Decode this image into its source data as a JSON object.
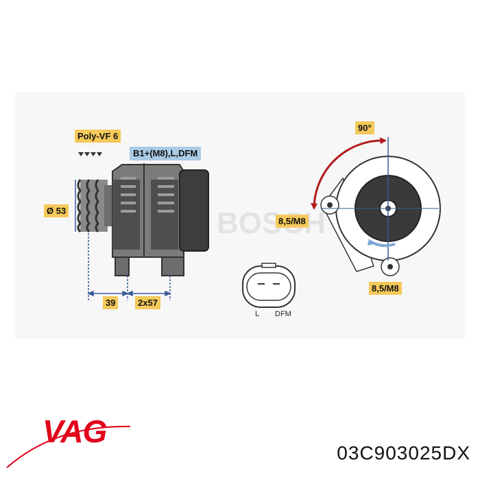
{
  "labels": {
    "belt": "Poly-VF 6",
    "terminals": "B1+(M8),L,DFM",
    "diameter": "Ø 53",
    "dim_offset": "39",
    "dim_mounts": "2x57",
    "angle": "90°",
    "mount_top": "8,5/M8",
    "mount_bottom": "8,5/M8",
    "pin_l": "L",
    "pin_dfm": "DFM"
  },
  "watermark": "BOSCH",
  "footer": {
    "brand": "VAG",
    "part_number": "03C903025DX"
  },
  "colors": {
    "label_yellow": "#f5c95a",
    "label_blue": "#aacbe6",
    "arrow_red": "#b01a1a",
    "dim_line": "#3a5a9a",
    "brand_red": "#e2001a"
  }
}
